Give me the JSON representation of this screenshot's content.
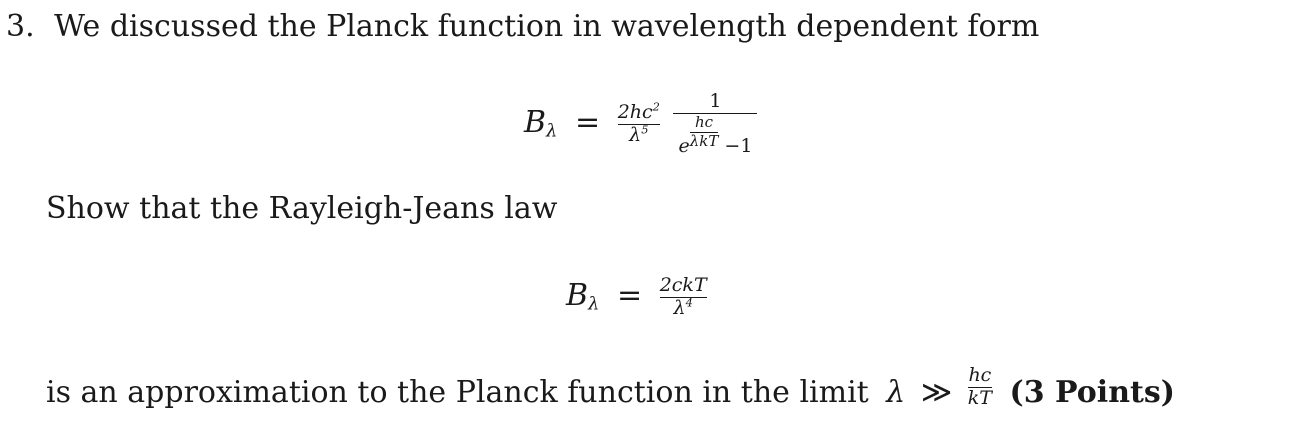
{
  "question": {
    "number": "3.",
    "intro": "We discussed the Planck function in wavelength dependent form",
    "planck": {
      "lhs": "B",
      "lhs_sub": "λ",
      "equals": "=",
      "f1_num": "2hc",
      "f1_num_sup": "2",
      "f1_den": "λ",
      "f1_den_sup": "5",
      "f2_num": "1",
      "f2_den_base": "e",
      "exp_num": "hc",
      "exp_den": "λkT",
      "f2_den_tail": "−1"
    },
    "rj_prompt": "Show that the Rayleigh-Jeans law",
    "rj": {
      "lhs": "B",
      "lhs_sub": "λ",
      "equals": "=",
      "num": "2ckT",
      "den": "λ",
      "den_sup": "4"
    },
    "conclusion": {
      "text": "is an approximation to the Planck function in the limit",
      "lambda": "λ",
      "relation": "≫",
      "lim_num": "hc",
      "lim_den": "kT",
      "points": "(3 Points)"
    }
  }
}
